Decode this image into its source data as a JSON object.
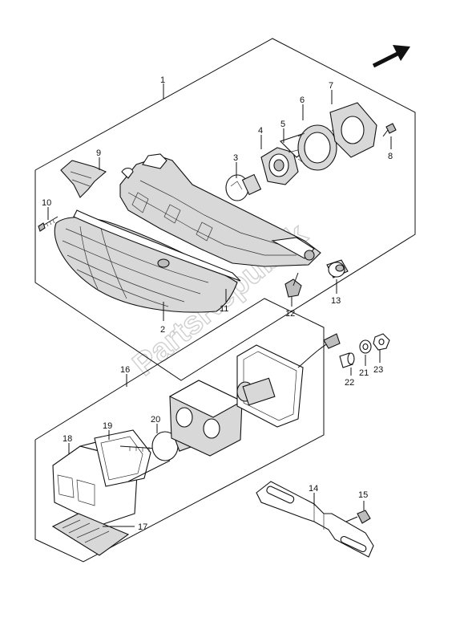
{
  "watermark": "PartsRepublik",
  "callouts": [
    {
      "id": "callout-1",
      "label": "1"
    },
    {
      "id": "callout-2",
      "label": "2"
    },
    {
      "id": "callout-3",
      "label": "3"
    },
    {
      "id": "callout-4",
      "label": "4"
    },
    {
      "id": "callout-5",
      "label": "5"
    },
    {
      "id": "callout-6",
      "label": "6"
    },
    {
      "id": "callout-7",
      "label": "7"
    },
    {
      "id": "callout-8",
      "label": "8"
    },
    {
      "id": "callout-9",
      "label": "9"
    },
    {
      "id": "callout-10",
      "label": "10"
    },
    {
      "id": "callout-11",
      "label": "11"
    },
    {
      "id": "callout-12",
      "label": "12"
    },
    {
      "id": "callout-13",
      "label": "13"
    },
    {
      "id": "callout-14",
      "label": "14"
    },
    {
      "id": "callout-15",
      "label": "15"
    },
    {
      "id": "callout-16",
      "label": "16"
    },
    {
      "id": "callout-17",
      "label": "17"
    },
    {
      "id": "callout-18",
      "label": "18"
    },
    {
      "id": "callout-19",
      "label": "19"
    },
    {
      "id": "callout-20",
      "label": "20"
    },
    {
      "id": "callout-21",
      "label": "21"
    },
    {
      "id": "callout-22",
      "label": "22"
    },
    {
      "id": "callout-23",
      "label": "23"
    }
  ]
}
